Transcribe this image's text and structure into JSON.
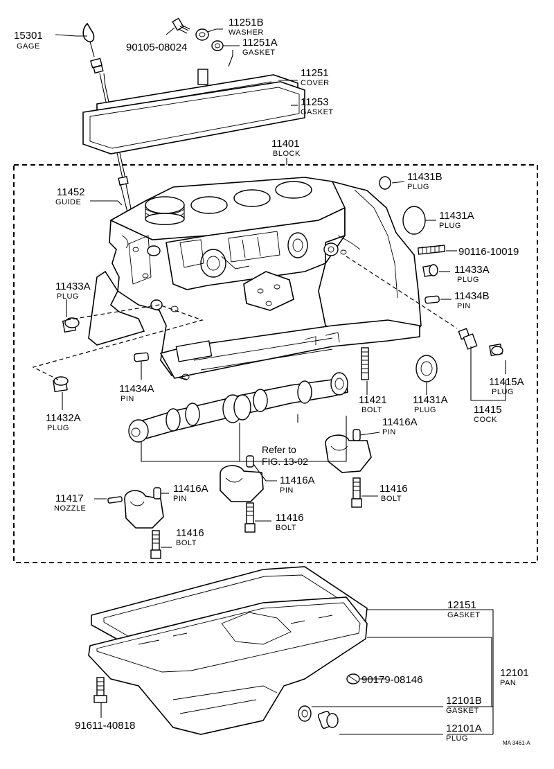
{
  "labels": {
    "l15301": {
      "num": "15301",
      "name": "GAGE"
    },
    "l90105": {
      "num": "90105-08024"
    },
    "l11251B": {
      "num": "11251B",
      "name": "WASHER"
    },
    "l11251A": {
      "num": "11251A",
      "name": "GASKET"
    },
    "l11251": {
      "num": "11251",
      "name": "COVER"
    },
    "l11253": {
      "num": "11253",
      "name": "GASKET"
    },
    "l11401": {
      "num": "11401",
      "name": "BLOCK"
    },
    "l11431B": {
      "num": "11431B",
      "name": "PLUG"
    },
    "l11452": {
      "num": "11452",
      "name": "GUIDE"
    },
    "l11431A_top": {
      "num": "11431A",
      "name": "PLUG"
    },
    "l90116": {
      "num": "90116-10019"
    },
    "l11433A_r": {
      "num": "11433A",
      "name": "PLUG"
    },
    "l11433A_l": {
      "num": "11433A",
      "name": "PLUG"
    },
    "l11434B": {
      "num": "11434B",
      "name": "PIN"
    },
    "l11415A": {
      "num": "11415A",
      "name": "PLUG"
    },
    "l11434A": {
      "num": "11434A",
      "name": "PIN"
    },
    "l11421": {
      "num": "11421",
      "name": "BOLT"
    },
    "l11431A_bot": {
      "num": "11431A",
      "name": "PLUG"
    },
    "l11415": {
      "num": "11415",
      "name": "COCK"
    },
    "l11432A": {
      "num": "11432A",
      "name": "PLUG"
    },
    "l11416A_a": {
      "num": "11416A",
      "name": "PIN"
    },
    "l11416A_b": {
      "num": "11416A",
      "name": "PIN"
    },
    "l11416A_c": {
      "num": "11416A",
      "name": "PIN"
    },
    "l11417": {
      "num": "11417",
      "name": "NOZZLE"
    },
    "l11416_a": {
      "num": "11416",
      "name": "BOLT"
    },
    "l11416_b": {
      "num": "11416",
      "name": "BOLT"
    },
    "l11416_c": {
      "num": "11416",
      "name": "BOLT"
    },
    "l12151": {
      "num": "12151",
      "name": "GASKET"
    },
    "l12101": {
      "num": "12101",
      "name": "PAN"
    },
    "l90179": {
      "num": "90179-08146"
    },
    "l12101B": {
      "num": "12101B",
      "name": "GASKET"
    },
    "l12101A": {
      "num": "12101A",
      "name": "PLUG"
    },
    "l91611": {
      "num": "91611-40818"
    }
  },
  "reference": {
    "line1": "Refer to",
    "line2": "FIG. 13-02"
  },
  "figure_code": "MA 3461-A"
}
